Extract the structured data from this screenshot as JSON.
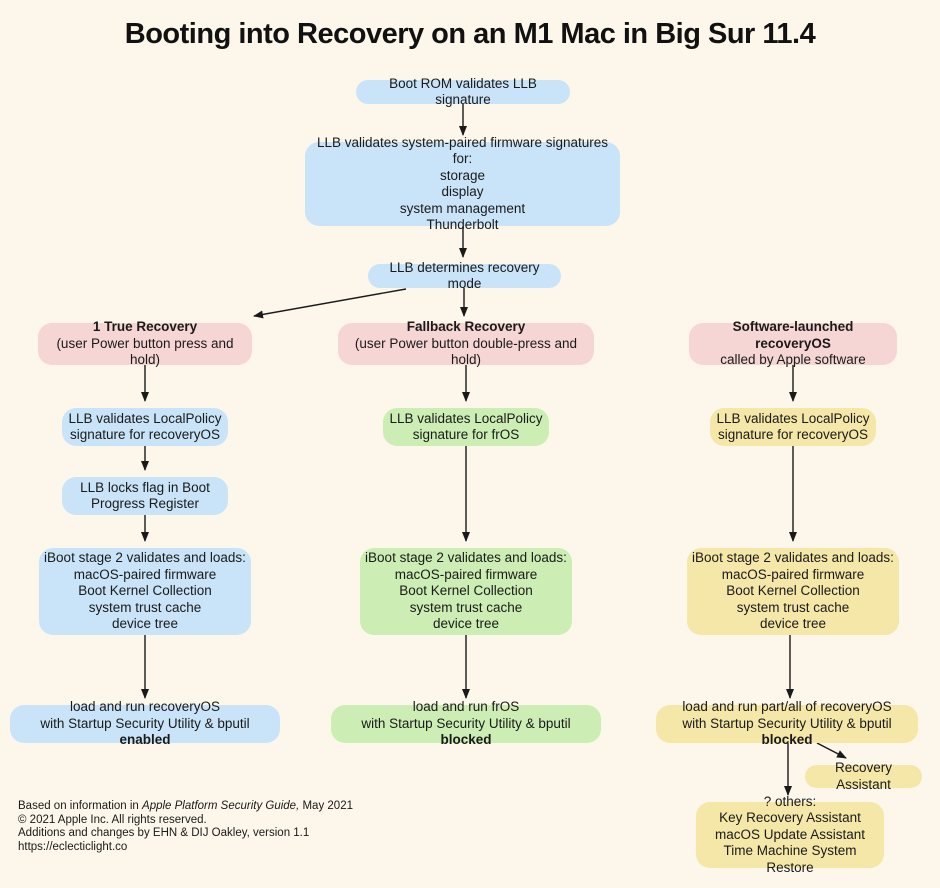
{
  "title": "Booting into Recovery on an M1 Mac in Big Sur 11.4",
  "colors": {
    "background": "#FCF7EA",
    "blue": "#C9E4F8",
    "green": "#CCEEB5",
    "yellow": "#F5E7A8",
    "pink": "#F6D6D4",
    "arrow": "#1a1a1a"
  },
  "flow": {
    "boot_rom": "Boot ROM validates LLB signature",
    "llb_firmware": {
      "line1": "LLB validates system-paired firmware signatures for:",
      "items": [
        "storage",
        "display",
        "system management",
        "Thunderbolt"
      ]
    },
    "llb_determines": "LLB determines recovery mode"
  },
  "columns": [
    {
      "header": {
        "title": "1 True Recovery",
        "subtitle": "(user Power button press and hold)"
      },
      "local_policy": {
        "line1": "LLB validates LocalPolicy",
        "line2": "signature for recoveryOS"
      },
      "locks_flag": {
        "line1": "LLB locks flag in Boot",
        "line2": "Progress Register"
      },
      "iboot": {
        "line1": "iBoot stage 2 validates and loads:",
        "items": [
          "macOS-paired firmware",
          "Boot Kernel Collection",
          "system trust cache",
          "device tree"
        ]
      },
      "load_run": {
        "line1": "load and run recoveryOS",
        "line2_prefix": "with Startup Security Utility & bputil ",
        "line2_bold": "enabled"
      }
    },
    {
      "header": {
        "title": "Fallback Recovery",
        "subtitle": "(user Power button double-press and hold)"
      },
      "local_policy": {
        "line1": "LLB validates LocalPolicy",
        "line2": "signature for frOS"
      },
      "iboot": {
        "line1": "iBoot stage 2 validates and loads:",
        "items": [
          "macOS-paired firmware",
          "Boot Kernel Collection",
          "system trust cache",
          "device tree"
        ]
      },
      "load_run": {
        "line1": "load and run frOS",
        "line2_prefix": "with Startup Security Utility & bputil ",
        "line2_bold": "blocked"
      }
    },
    {
      "header": {
        "title": "Software-launched recoveryOS",
        "subtitle": "called by Apple software"
      },
      "local_policy": {
        "line1": "LLB validates LocalPolicy",
        "line2": "signature for recoveryOS"
      },
      "iboot": {
        "line1": "iBoot stage 2 validates and loads:",
        "items": [
          "macOS-paired firmware",
          "Boot Kernel Collection",
          "system trust cache",
          "device tree"
        ]
      },
      "load_run": {
        "line1": "load and run part/all of recoveryOS",
        "line2_prefix": "with Startup Security Utility & bputil ",
        "line2_bold": "blocked"
      }
    }
  ],
  "extras": {
    "recovery_assistant": "Recovery Assistant",
    "others": {
      "line1": "? others:",
      "items": [
        "Key Recovery Assistant",
        "macOS Update Assistant",
        "Time Machine System Restore"
      ]
    }
  },
  "footer": {
    "line1_prefix": "Based on information in ",
    "line1_italic": "Apple Platform Security Guide,",
    "line1_suffix": " May 2021",
    "line2": "© 2021 Apple Inc. All rights reserved.",
    "line3": "Additions and changes by EHN & DIJ Oakley, version 1.1",
    "line4": "https://eclecticlight.co"
  }
}
